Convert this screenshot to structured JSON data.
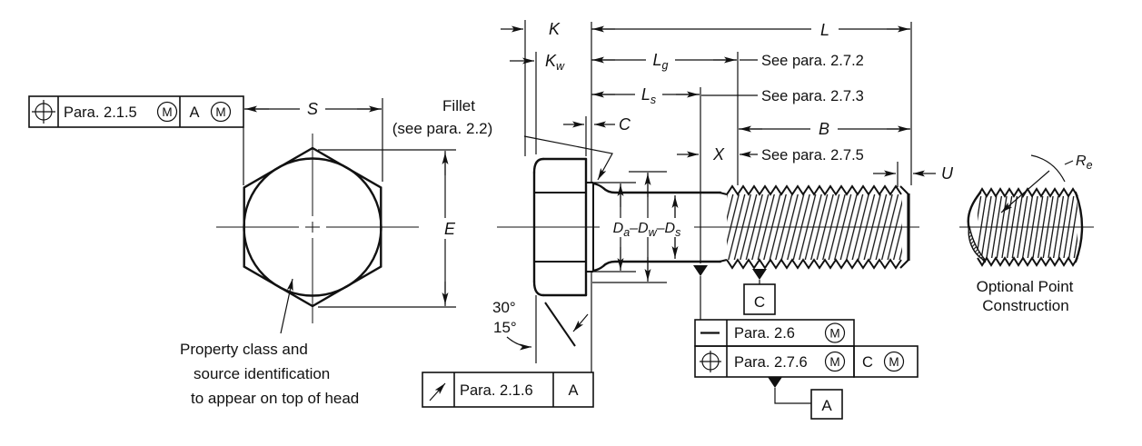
{
  "fcf_top_left": {
    "symbol_name": "position-symbol",
    "para": "Para. 2.1.5",
    "mod1": "M",
    "datum": "A",
    "mod2": "M"
  },
  "hex_view": {
    "dim_s": "S",
    "dim_e": "E",
    "note_line1": "Property class and",
    "note_line2": "source identification",
    "note_line3": "to appear on top of head"
  },
  "fillet_note": {
    "line1": "Fillet",
    "line2": "(see para. 2.2)"
  },
  "chamfer_angles": {
    "upper": "30°",
    "lower": "15°"
  },
  "fcf_bearing": {
    "symbol_name": "circular-runout-symbol",
    "para": "Para. 2.1.6",
    "datum": "A"
  },
  "dims": {
    "k": {
      "base": "K",
      "sub": ""
    },
    "kw": {
      "base": "K",
      "sub": "w"
    },
    "l": {
      "base": "L",
      "sub": ""
    },
    "lg": {
      "base": "L",
      "sub": "g"
    },
    "ls": {
      "base": "L",
      "sub": "s"
    },
    "c": {
      "base": "C",
      "sub": ""
    },
    "x": {
      "base": "X",
      "sub": ""
    },
    "b": {
      "base": "B",
      "sub": ""
    },
    "u": {
      "base": "U",
      "sub": ""
    },
    "s": {
      "base": "S",
      "sub": ""
    },
    "e": {
      "base": "E",
      "sub": ""
    }
  },
  "see_notes": {
    "lg": "See para. 2.7.2",
    "ls": "See para. 2.7.3",
    "x": "See para.  2.7.5"
  },
  "diameters": {
    "da_base": "D",
    "da_sub": "a",
    "sep1": "–",
    "dw_base": "D",
    "dw_sub": "w",
    "sep2": "–",
    "ds_base": "D",
    "ds_sub": "s"
  },
  "datum_targets": {
    "c": "C",
    "a": "A"
  },
  "fcf_straightness": {
    "para": "Para. 2.6",
    "mod": "M"
  },
  "fcf_position": {
    "para": "Para. 2.7.6",
    "mod1": "M",
    "datum": "C",
    "mod2": "M"
  },
  "detail_view": {
    "radius_base": "R",
    "radius_sub": "e",
    "caption1": "Optional Point",
    "caption2": "Construction"
  }
}
